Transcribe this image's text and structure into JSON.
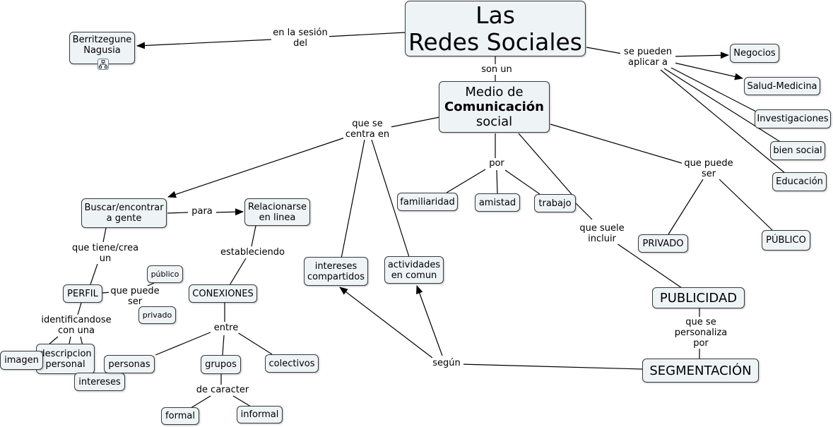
{
  "nodes": {
    "redes": "Las\nRedes Sociales",
    "berritzegune": "Berritzegune\nNagusia",
    "negocios": "Negocios",
    "salud": "Salud-Medicina",
    "investigaciones": "Investigaciones",
    "bien_social": "bien social",
    "educacion": "Educación",
    "medio": {
      "line1": "Medio de",
      "line2": "Comunicación",
      "line3": "social"
    },
    "buscar": "Buscar/encontrar\na gente",
    "relacionarse": "Relacionarse\nen linea",
    "perfil": "PERFIL",
    "publico_small": "público",
    "privado_small": "privado",
    "conexiones": "CONEXIONES",
    "imagen": "imagen",
    "descripcion": "descripcion\npersonal",
    "intereses": "intereses",
    "personas": "personas",
    "grupos": "grupos",
    "colectivos": "colectivos",
    "formal": "formal",
    "informal": "informal",
    "intereses_compartidos": "intereses\ncompartidos",
    "actividades": "actividades\nen comun",
    "familiaridad": "familiaridad",
    "amistad": "amistad",
    "trabajo": "trabajo",
    "privado": "PRIVADO",
    "publico": "PÚBLICO",
    "publicidad": "PUBLICIDAD",
    "segmentacion": "SEGMENTACIÓN"
  },
  "links": {
    "sesion": "en la sesión\ndel",
    "aplicar": "se pueden\naplicar a",
    "son_un": "son un",
    "centra": "que se\ncentra en",
    "por": "por",
    "puede_ser": "que puede\nser",
    "para": "para",
    "tiene": "que tiene/crea\nun",
    "estableciendo": "estableciendo",
    "puede_ser2": "que puede\nser",
    "identificandose": "identificandose\ncon una",
    "entre": "entre",
    "de_caracter": "de caracter",
    "suele": "que suele\nincluir",
    "personaliza": "que se\npersonaliza\npor",
    "segun": "según"
  },
  "colors": {
    "node_fill": "#eef3f6",
    "node_border": "#3a3a3a",
    "line": "#000000"
  },
  "icons": {
    "concept_map_icon": "hierarchy-icon"
  }
}
